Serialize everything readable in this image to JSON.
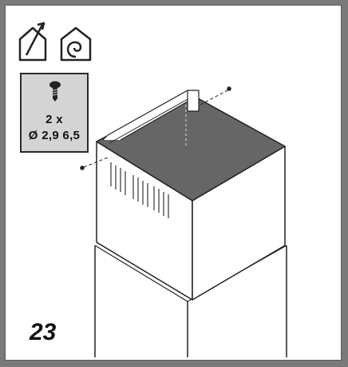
{
  "icons": {
    "ducted_icon": "house-with-exhaust-arrow-icon",
    "recirculation_icon": "house-with-recirculation-spiral-icon"
  },
  "spec": {
    "quantity": "2 x",
    "dimension": "Ø 2,9 6,5",
    "part_icon": "screw-icon"
  },
  "step_number": "23",
  "colors": {
    "hood_top": "#666666",
    "frame": "#7a7a7a",
    "spec_box": "#d4d4d4"
  }
}
